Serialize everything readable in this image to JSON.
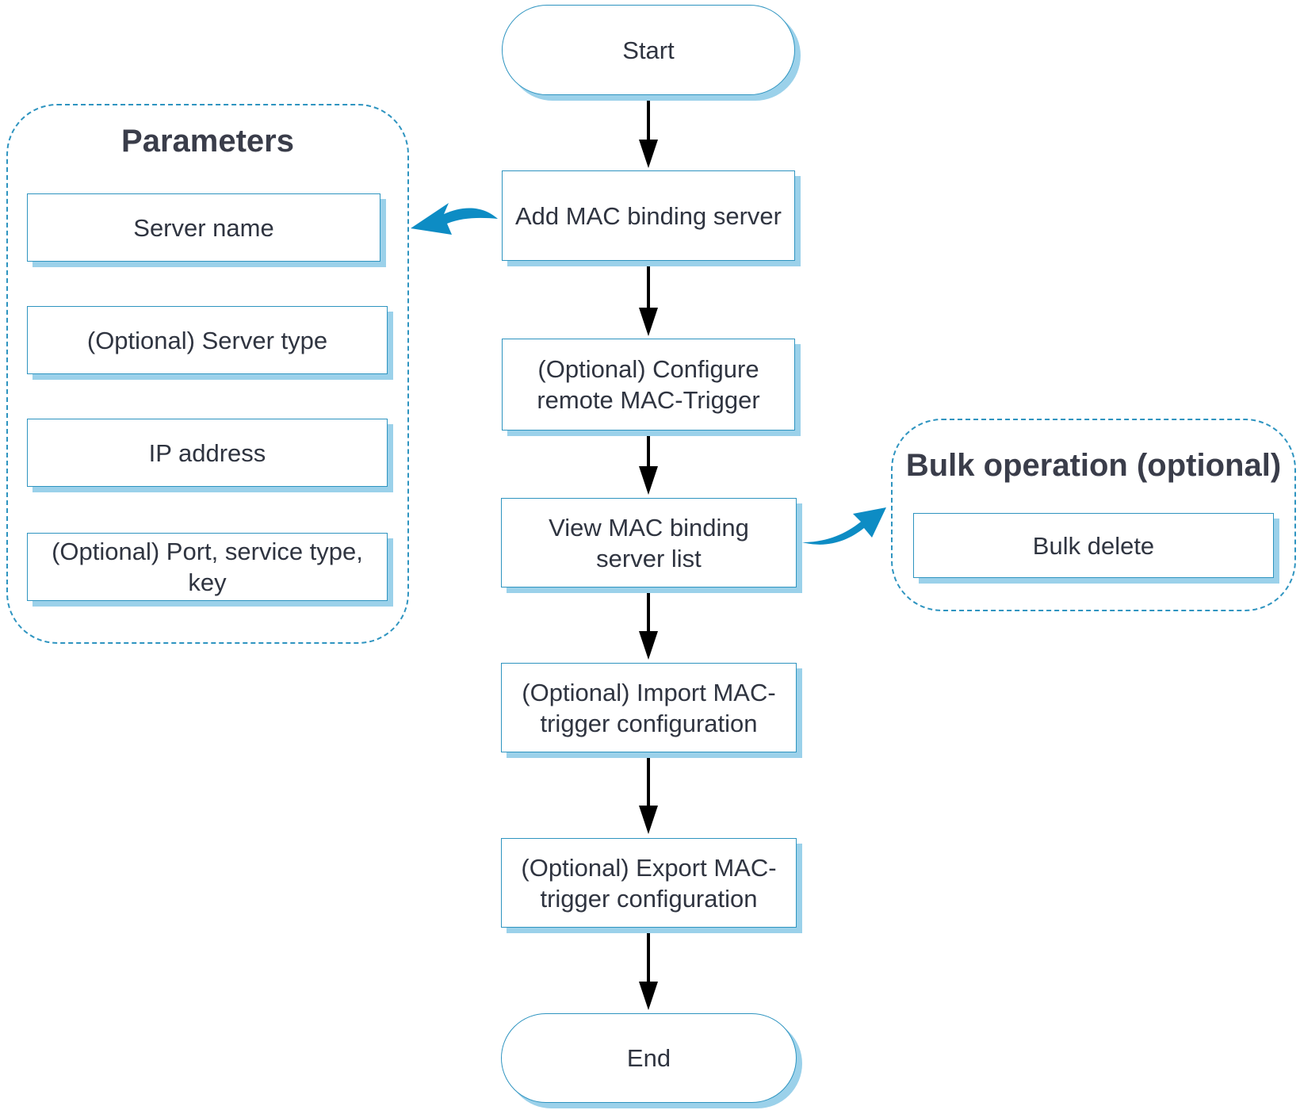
{
  "flow": {
    "start": "Start",
    "steps": [
      {
        "lines": [
          "Add MAC binding server"
        ]
      },
      {
        "lines": [
          "(Optional) Configure",
          "remote MAC-Trigger"
        ]
      },
      {
        "lines": [
          "View MAC binding",
          "server list"
        ]
      },
      {
        "lines": [
          "(Optional) Import MAC-",
          "trigger configuration"
        ]
      },
      {
        "lines": [
          "(Optional) Export MAC-",
          "trigger configuration"
        ]
      }
    ],
    "end": "End"
  },
  "parameters": {
    "title": "Parameters",
    "items": [
      {
        "lines": [
          "Server name"
        ]
      },
      {
        "lines": [
          "(Optional) Server type"
        ]
      },
      {
        "lines": [
          "IP address"
        ]
      },
      {
        "lines": [
          "(Optional) Port, service type,",
          "key"
        ]
      }
    ]
  },
  "bulk": {
    "title": "Bulk operation (optional)",
    "items": [
      {
        "lines": [
          "Bulk delete"
        ]
      }
    ]
  },
  "colors": {
    "accent": "#2e94c0",
    "shadow": "#9bd1ea",
    "curved_arrow": "#0d8cc4",
    "arrow": "#000000"
  }
}
